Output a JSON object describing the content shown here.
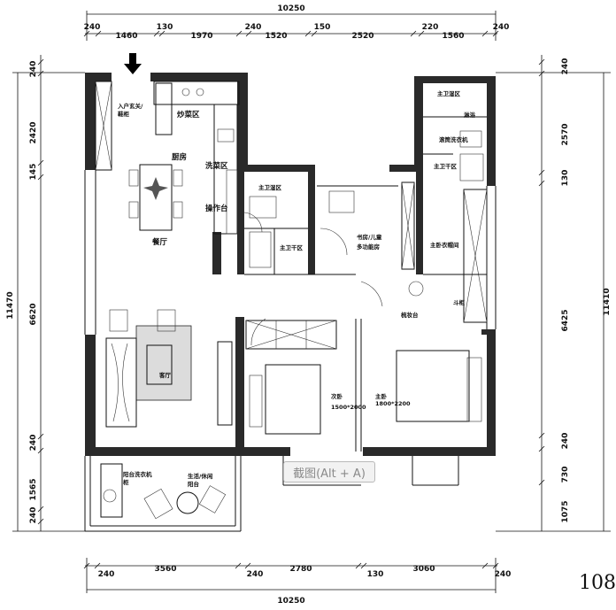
{
  "dims_top": {
    "total": "10250",
    "segments": [
      "240",
      "1460",
      "130",
      "1970",
      "240",
      "1520",
      "150",
      "2520",
      "220",
      "1560",
      "240"
    ]
  },
  "dims_bottom": {
    "total": "10250",
    "segments": [
      "240",
      "3560",
      "240",
      "2780",
      "130",
      "3060",
      "240"
    ]
  },
  "dims_left": {
    "total": "11470",
    "segments": [
      "240",
      "2420",
      "145",
      "6620",
      "240",
      "1565",
      "240"
    ]
  },
  "dims_right": {
    "total": "11410",
    "segments": [
      "240",
      "2570",
      "130",
      "6425",
      "240",
      "730",
      "1075"
    ]
  },
  "rooms": {
    "entry": "入户玄关/",
    "entry2": "鞋柜",
    "stir_fry": "炒菜区",
    "kitchen": "厨房",
    "wash": "洗菜区",
    "prep": "操作台",
    "dining": "餐厅",
    "bath_left": "主卫湿区",
    "bath_dry": "主卫干区",
    "study": "书房/儿童",
    "study2": "多功能房",
    "wardrobe": "主卧衣帽间",
    "master_bath": "主卫湿区",
    "shower": "淋浴",
    "washer": "滚筒洗衣机",
    "master_dry": "主卫干区",
    "dresser": "梳妆台",
    "shoe": "斗柜",
    "living": "客厅",
    "bedroom2": "次卧",
    "bedroom2_size": "1500*2000",
    "master": "主卧",
    "master_size": "1800*2200",
    "balcony_laundry": "阳台洗衣机",
    "balcony_laundry2": "柜",
    "balcony": "生活/休闲",
    "balcony2": "阳台"
  },
  "overlay_label": "截图(Alt + A)",
  "page_number": "108"
}
